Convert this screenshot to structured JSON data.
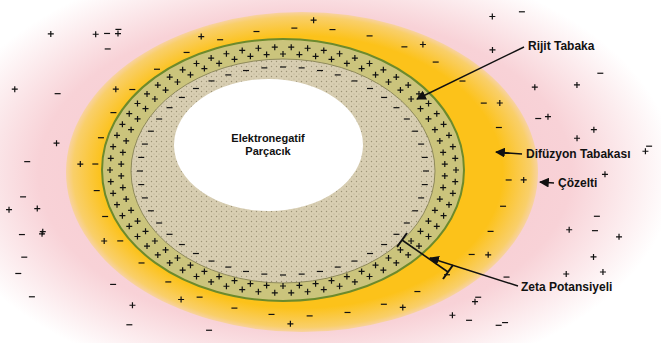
{
  "diagram": {
    "nodes": [
      {
        "text": [
          "Elektronegatif Parçacık"
        ]
      }
    ],
    "labels": [
      "Rijit Tabaka",
      "Difüzyon Tabakası",
      "Çözelti",
      "Zeta Potansiyeli"
    ]
  }
}
